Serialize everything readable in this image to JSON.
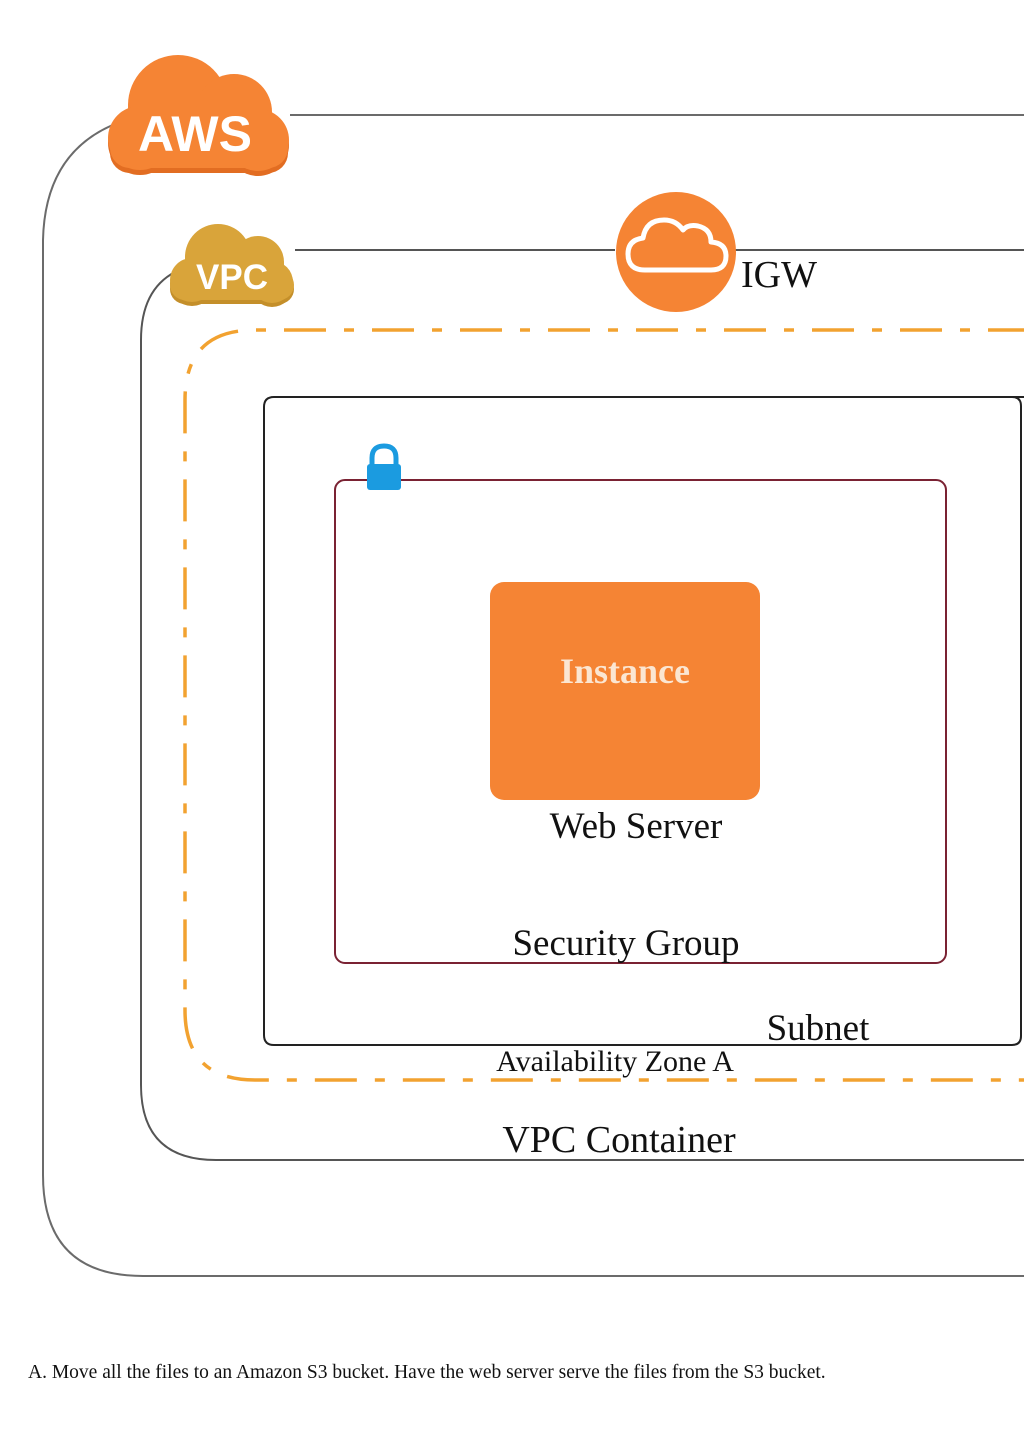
{
  "diagram": {
    "aws_badge": "AWS",
    "vpc_badge": "VPC",
    "igw_label": "IGW",
    "instance_label": "Instance",
    "web_server_label": "Web Server",
    "security_group_label": "Security Group",
    "subnet_label": "Subnet",
    "availability_zone_label": "Availability Zone A",
    "vpc_container_label": "VPC Container"
  },
  "caption": "A. Move all the files to an Amazon S3 bucket. Have the web server serve the files from the S3 bucket.",
  "colors": {
    "aws_orange": "#f58434",
    "vpc_gold": "#d9a43a",
    "zone_dash": "#f2a230",
    "security_group_border": "#7a2233",
    "lock_blue": "#1b9be0",
    "container_line": "#555555"
  },
  "icons": {
    "aws": "cloud-badge-icon",
    "vpc": "cloud-badge-icon",
    "igw": "cloud-circle-icon",
    "security_group": "padlock-icon"
  }
}
